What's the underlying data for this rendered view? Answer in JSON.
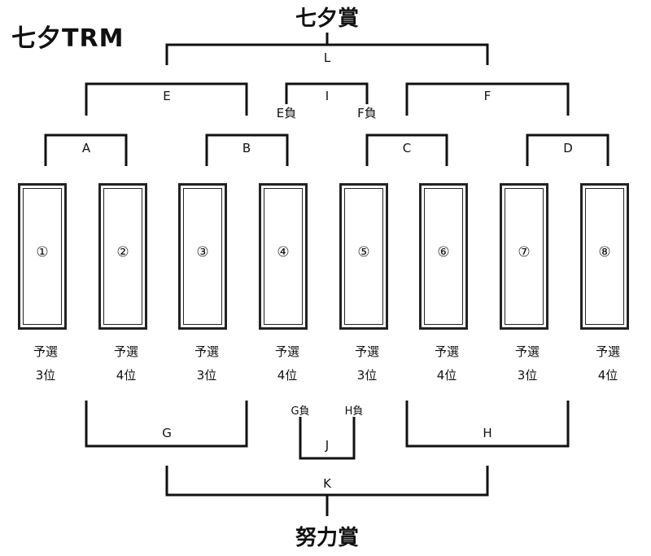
{
  "title": "七夕TRM",
  "prize_top": "七夕賞",
  "prize_bottom": "努力賞",
  "matches": {
    "A": "A",
    "B": "B",
    "C": "C",
    "D": "D",
    "E": "E",
    "F": "F",
    "G": "G",
    "H": "H",
    "I": "I",
    "J": "J",
    "K": "K",
    "L": "L"
  },
  "loser_labels": {
    "e_lose": "E負",
    "f_lose": "F負",
    "g_lose": "G負",
    "h_lose": "H負"
  },
  "entrants": [
    {
      "num": "①",
      "line1": "予選",
      "line2": "3位"
    },
    {
      "num": "②",
      "line1": "予選",
      "line2": "4位"
    },
    {
      "num": "③",
      "line1": "予選",
      "line2": "3位"
    },
    {
      "num": "④",
      "line1": "予選",
      "line2": "4位"
    },
    {
      "num": "⑤",
      "line1": "予選",
      "line2": "3位"
    },
    {
      "num": "⑥",
      "line1": "予選",
      "line2": "4位"
    },
    {
      "num": "⑦",
      "line1": "予選",
      "line2": "3位"
    },
    {
      "num": "⑧",
      "line1": "予選",
      "line2": "4位"
    }
  ]
}
